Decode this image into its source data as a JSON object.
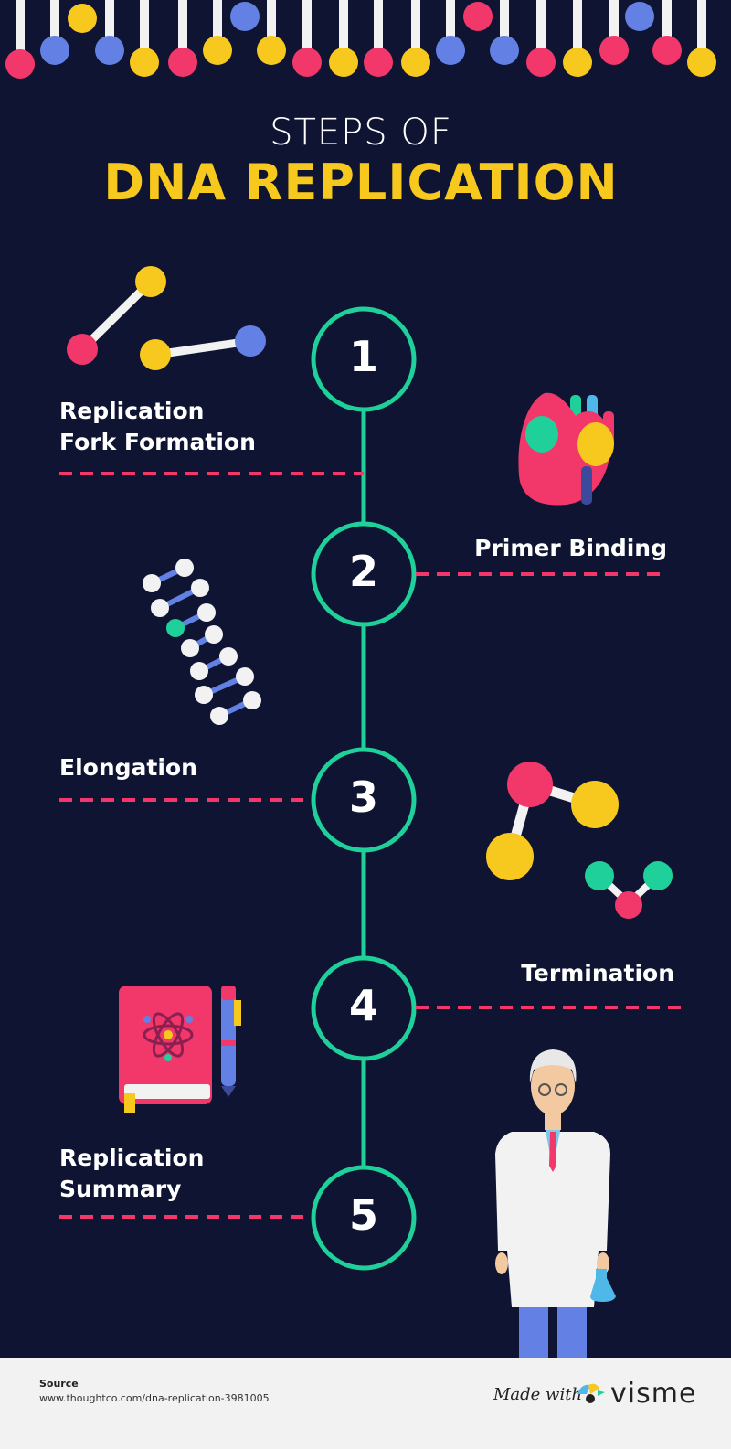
{
  "title": {
    "line1": "STEPS OF",
    "line2": "DNA REPLICATION"
  },
  "steps": [
    {
      "number": "1",
      "label_line1": "Replication",
      "label_line2": "Fork Formation"
    },
    {
      "number": "2",
      "label_line1": "Primer Binding"
    },
    {
      "number": "3",
      "label_line1": "Elongation"
    },
    {
      "number": "4",
      "label_line1": "Termination"
    },
    {
      "number": "5",
      "label_line1": "Replication",
      "label_line2": "Summary"
    }
  ],
  "footer": {
    "source_heading": "Source",
    "source_url": "www.thoughtco.com/dna-replication-3981005",
    "made_with": "Made with",
    "brand": "visme"
  },
  "colors": {
    "background": "#0e1431",
    "accent_yellow": "#f7c81e",
    "timeline_green": "#1fd09a",
    "dash_pink": "#f2376b",
    "blue": "#6381e4"
  }
}
